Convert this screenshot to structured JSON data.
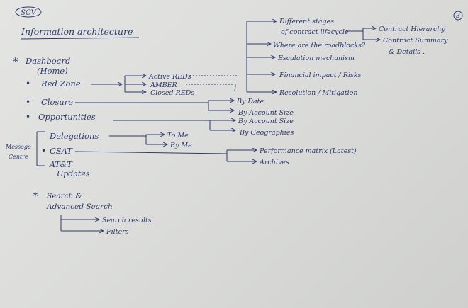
{
  "tag": "SCV",
  "page_number": "3",
  "title": "Information architecture",
  "sections": {
    "dashboard": {
      "star": "*",
      "label": "Dashboard",
      "sub": "(Home)"
    },
    "search": {
      "star": "*",
      "label": "Search &",
      "sub": "Advanced Search"
    }
  },
  "items": {
    "red_zone": "Red Zone",
    "closure": "Closure",
    "opportunities": "Opportunities",
    "delegations": "Delegations",
    "csat": "CSAT",
    "att_updates_1": "AT&T",
    "att_updates_2": "Updates"
  },
  "message_centre": {
    "line1": "Message",
    "line2": "Centre"
  },
  "red_zone_children": [
    "Active REDs",
    "AMBER",
    "Closed REDs"
  ],
  "red_detail": {
    "stages_1": "Different stages",
    "stages_2": "of contract lifecycle",
    "roadblocks": "Where are the roadblocks?",
    "escalation": "Escalation mechanism",
    "financial": "Financial impact / Risks",
    "resolution": "Resolution / Mitigation"
  },
  "contract": {
    "hierarchy": "Contract Hierarchy",
    "summary_1": "Contract Summary",
    "summary_2": "& Details ."
  },
  "closure_children": [
    "By Date",
    "By Account Size"
  ],
  "opportunity_children": [
    "By Account Size",
    "By Geographies"
  ],
  "delegation_children": [
    "To Me",
    "By Me"
  ],
  "csat_children": [
    "Performance matrix (Latest)",
    "Archives"
  ],
  "search_children": [
    "Search results",
    "Filters"
  ],
  "mark": "j"
}
